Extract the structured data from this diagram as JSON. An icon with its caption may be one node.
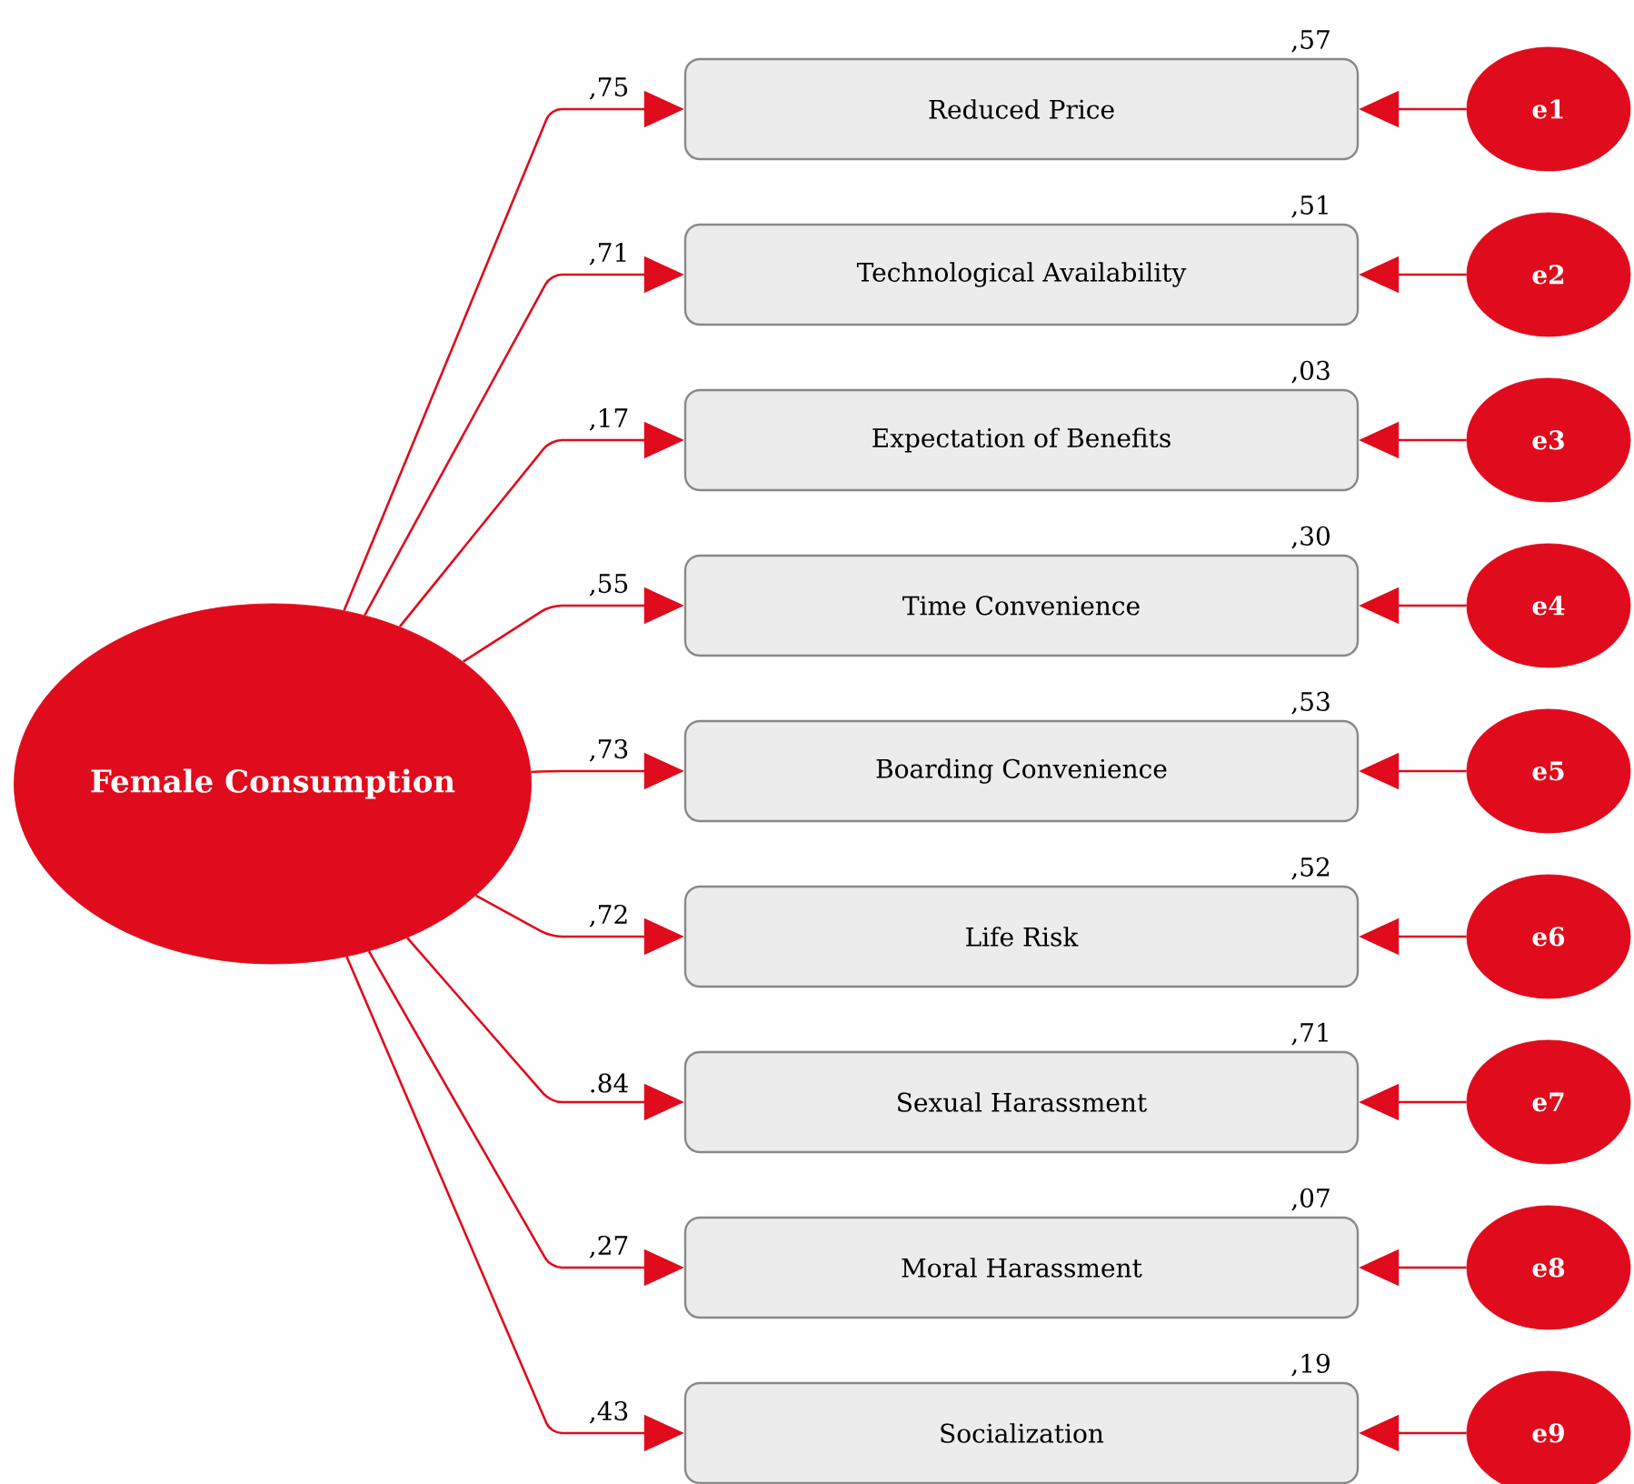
{
  "diagram": {
    "nodes": [
      {
        "text": [
          "Female Consumption"
        ]
      },
      {
        "text": [
          "Reduced Price"
        ],
        "beside": [
          ",57"
        ]
      },
      {
        "text": [
          "Technological Availability"
        ],
        "beside": [
          ",51"
        ]
      },
      {
        "text": [
          "Expectation of Benefits"
        ],
        "beside": [
          ",03"
        ]
      },
      {
        "text": [
          "Time Convenience"
        ],
        "beside": [
          ",30"
        ]
      },
      {
        "text": [
          "Boarding Convenience"
        ],
        "beside": [
          ",53"
        ]
      },
      {
        "text": [
          "Life Risk"
        ],
        "beside": [
          ",52"
        ]
      },
      {
        "text": [
          "Sexual Harassment"
        ],
        "beside": [
          ",71"
        ]
      },
      {
        "text": [
          "Moral Harassment"
        ],
        "beside": [
          ",07"
        ]
      },
      {
        "text": [
          "Socialization"
        ],
        "beside": [
          ",19"
        ]
      },
      {
        "text": [
          "e1"
        ]
      },
      {
        "text": [
          "e2"
        ]
      },
      {
        "text": [
          "e3"
        ]
      },
      {
        "text": [
          "e4"
        ]
      },
      {
        "text": [
          "e5"
        ]
      },
      {
        "text": [
          "e6"
        ]
      },
      {
        "text": [
          "e7"
        ]
      },
      {
        "text": [
          "e8"
        ]
      },
      {
        "text": [
          "e9"
        ]
      }
    ],
    "edges": [
      {
        "from": 0,
        "to": 1,
        "arrow": "to",
        "label": ",75"
      },
      {
        "from": 0,
        "to": 2,
        "arrow": "to",
        "label": ",71"
      },
      {
        "from": 0,
        "to": 3,
        "arrow": "to",
        "label": ",17"
      },
      {
        "from": 0,
        "to": 4,
        "arrow": "to",
        "label": ",55"
      },
      {
        "from": 0,
        "to": 5,
        "arrow": "to",
        "label": ",73"
      },
      {
        "from": 0,
        "to": 6,
        "arrow": "to",
        "label": ",72"
      },
      {
        "from": 0,
        "to": 7,
        "arrow": "to",
        "label": ".84"
      },
      {
        "from": 0,
        "to": 8,
        "arrow": "to",
        "label": ",27"
      },
      {
        "from": 0,
        "to": 9,
        "arrow": "to",
        "label": ",43"
      },
      {
        "from": 10,
        "to": 1,
        "arrow": "to"
      },
      {
        "from": 11,
        "to": 2,
        "arrow": "to"
      },
      {
        "from": 12,
        "to": 3,
        "arrow": "to"
      },
      {
        "from": 13,
        "to": 4,
        "arrow": "to"
      },
      {
        "from": 14,
        "to": 5,
        "arrow": "to"
      },
      {
        "from": 15,
        "to": 6,
        "arrow": "to"
      },
      {
        "from": 16,
        "to": 7,
        "arrow": "to"
      },
      {
        "from": 17,
        "to": 8,
        "arrow": "to"
      },
      {
        "from": 18,
        "to": 9,
        "arrow": "to"
      }
    ]
  }
}
